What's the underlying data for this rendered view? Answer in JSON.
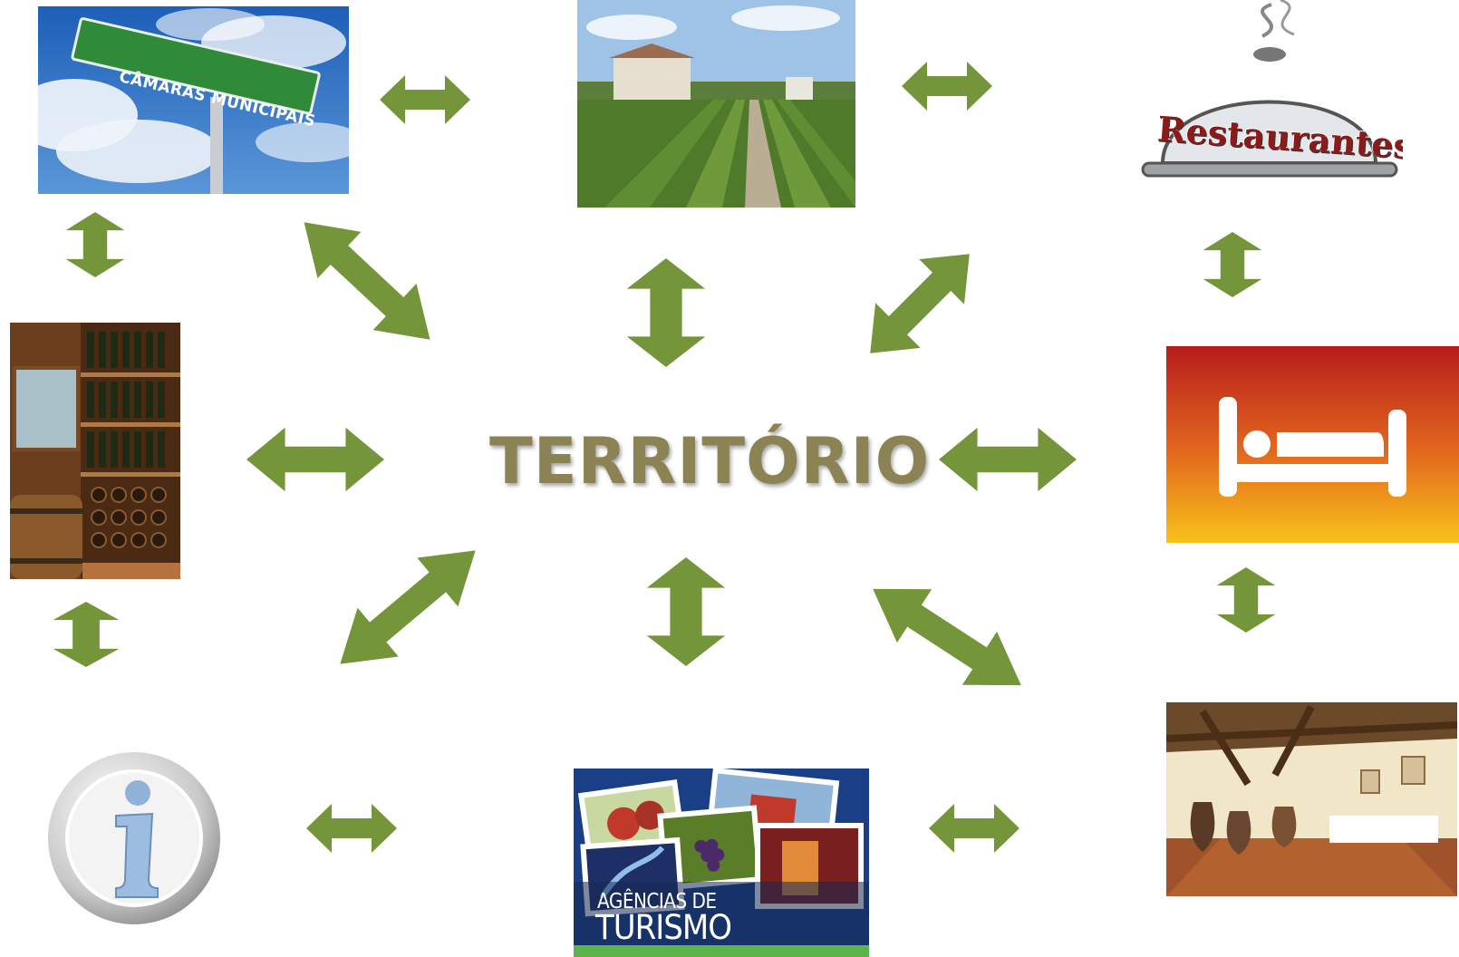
{
  "center": {
    "title": "TERRITÓRIO"
  },
  "nodes": {
    "camaras": {
      "sign_text": "CÂMARAS MUNICIPAIS"
    },
    "restaurantes": {
      "label": "Restaurantes"
    },
    "agencias": {
      "line1": "AGÊNCIAS DE",
      "line2": "TURISMO"
    }
  },
  "colors": {
    "arrow": "#74953a",
    "title": "#8b8353",
    "sign": "#2f8a3a"
  }
}
